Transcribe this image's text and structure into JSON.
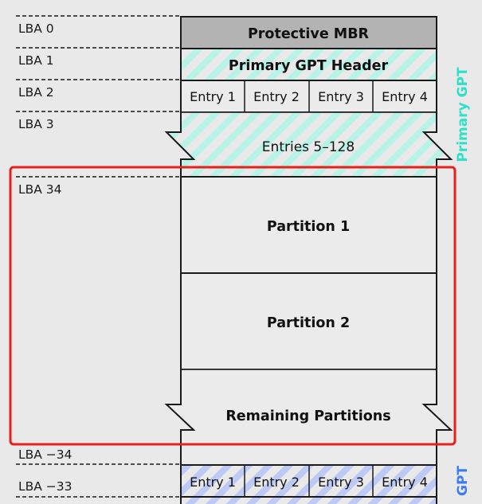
{
  "lba_labels": {
    "lba0": "LBA 0",
    "lba1": "LBA 1",
    "lba2": "LBA 2",
    "lba3": "LBA 3",
    "lba34": "LBA 34",
    "lba_m34": "LBA −34",
    "lba_m33": "LBA −33"
  },
  "blocks": {
    "protective_mbr": "Protective MBR",
    "primary_gpt_header": "Primary GPT Header",
    "entries_rest": "Entries 5–128",
    "partition1": "Partition 1",
    "partition2": "Partition 2",
    "remaining": "Remaining Partitions"
  },
  "entries_primary": [
    "Entry 1",
    "Entry 2",
    "Entry 3",
    "Entry 4"
  ],
  "entries_backup": [
    "Entry 1",
    "Entry 2",
    "Entry 3",
    "Entry 4"
  ],
  "side_labels": {
    "primary_gpt": "Primary GPT",
    "secondary_gpt": "GPT"
  },
  "colors": {
    "background": "#e9e9e9",
    "mbr_fill": "#b3b3b3",
    "primary_hatch": "#b8f3e8",
    "backup_hatch": "#bccaf5",
    "primary_label": "#2ee0c8",
    "secondary_label": "#3d7bf0",
    "highlight_box": "#e6201c"
  }
}
